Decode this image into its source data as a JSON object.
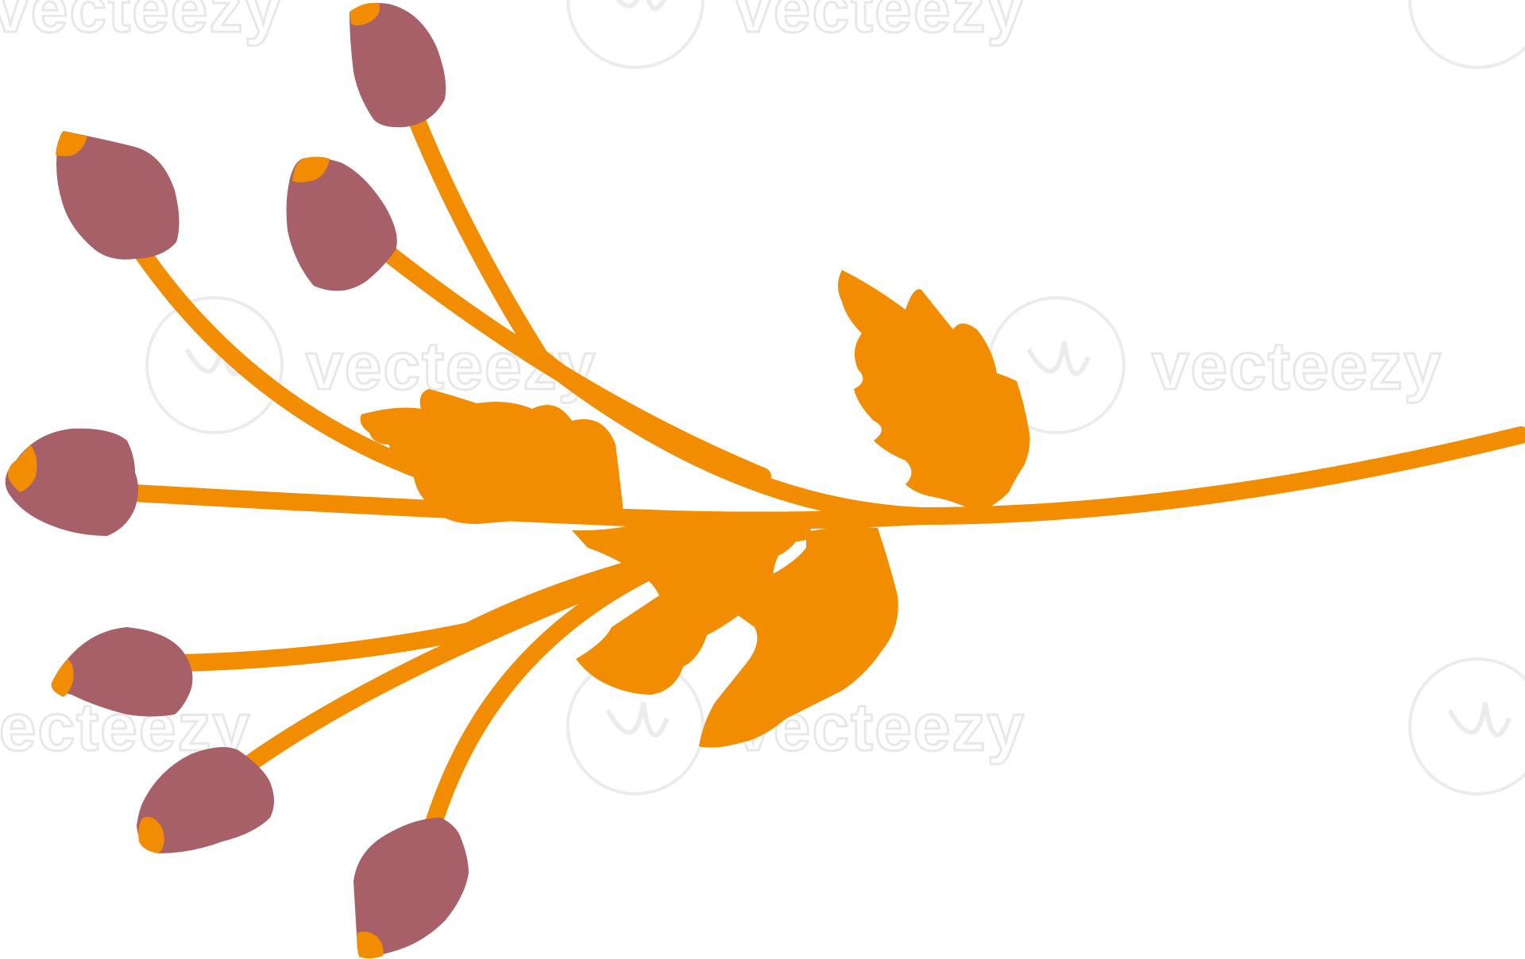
{
  "watermark": {
    "text": "vecteezy"
  },
  "illustration": {
    "subject": "autumn branch with berries and leaves",
    "berry_count": 7,
    "leaf_count": 4
  },
  "colors": {
    "stem": "#f28c00",
    "leaf": "#f28c00",
    "berry": "#a86068",
    "berry_tip": "#f28c00",
    "watermark": "#e8e8e8",
    "background": "#ffffff"
  }
}
